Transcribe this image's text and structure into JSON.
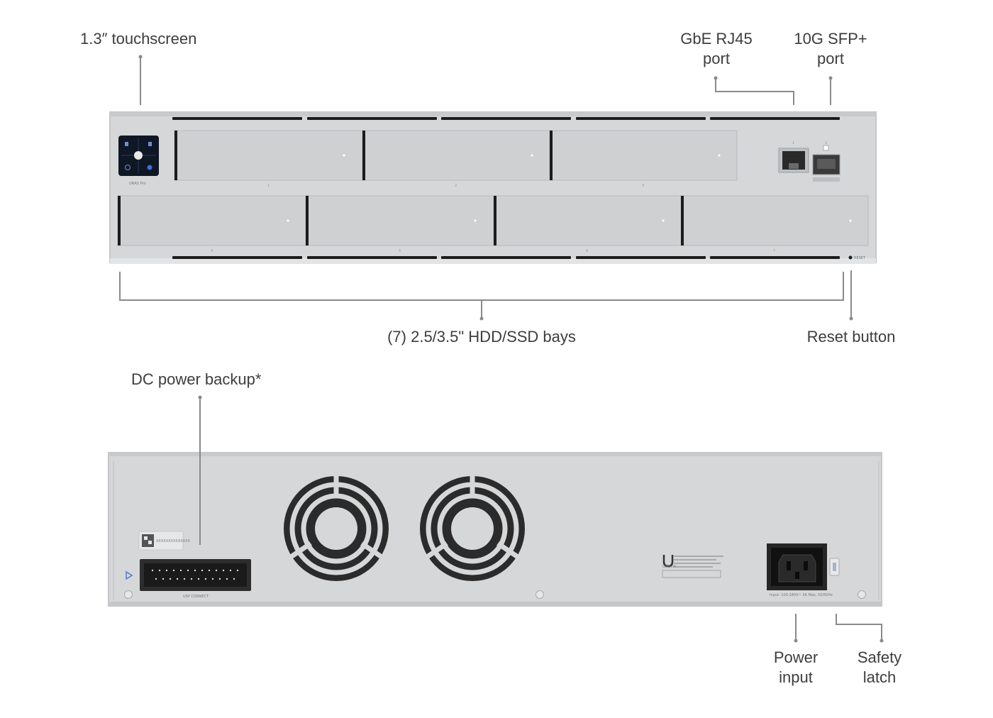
{
  "front": {
    "callouts": {
      "touchscreen": "1.3″ touchscreen",
      "gbe_line1": "GbE RJ45",
      "gbe_line2": "port",
      "sfp_line1": "10G SFP+",
      "sfp_line2": "port",
      "bays": "(7) 2.5/3.5\" HDD/SSD bays",
      "reset": "Reset button"
    },
    "device_label": "UNAS Pro",
    "reset_label": "RESET",
    "port_numbers": [
      "1",
      "2"
    ],
    "bay_numbers": [
      "1",
      "2",
      "3",
      "4",
      "5",
      "6",
      "7"
    ]
  },
  "rear": {
    "callouts": {
      "dc_backup": "DC power backup*",
      "power_line1": "Power",
      "power_line2": "input",
      "latch_line1": "Safety",
      "latch_line2": "latch"
    },
    "usp_label": "USP CONNECT",
    "power_rating": "Input: 100-240V~ 3A Max, 50/60Hz",
    "model_label": "Ubiquiti",
    "dc_label": "XXXXXXXXXXXXXX"
  },
  "colors": {
    "chassis": "#d6d7d9",
    "chassis_edge": "#c4c5c8",
    "bay": "#cfd0d2",
    "slot": "#1c1c1c",
    "leader": "#8a8a8a",
    "text": "#3d3d3d"
  }
}
